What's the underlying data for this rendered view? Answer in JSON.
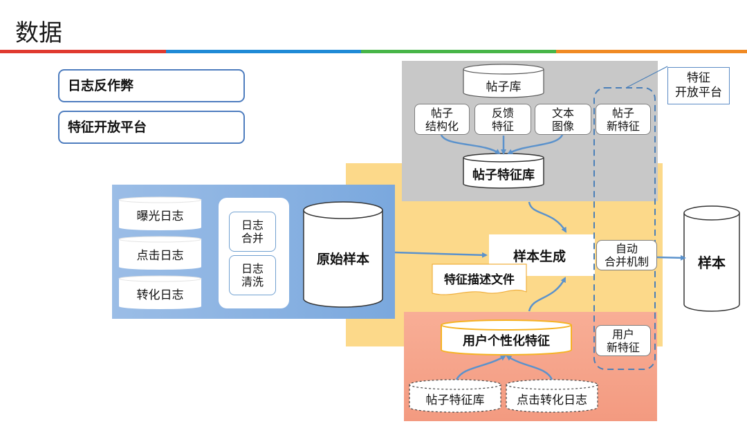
{
  "title": "数据",
  "header_bar_colors": [
    "#e03a2f",
    "#1f8ad6",
    "#47b548",
    "#f08a24"
  ],
  "tags": [
    "日志反作弊",
    "特征开放平台"
  ],
  "log_panel": {
    "logs": [
      "曝光日志",
      "点击日志",
      "转化日志"
    ],
    "process": [
      "日志\n合并",
      "日志\n清洗"
    ],
    "raw_sample": "原始样本"
  },
  "post_panel": {
    "db": "帖子库",
    "features": [
      "帖子\n结构化",
      "反馈\n特征",
      "文本\n图像"
    ],
    "new_feature": "帖子\n新特征",
    "feature_db": "帖子特征库"
  },
  "center": {
    "sample_gen": "样本生成",
    "desc_file": "特征描述文件",
    "auto_merge": "自动\n合并机制"
  },
  "user_panel": {
    "user_feature": "用户个性化特征",
    "new_feature": "用户\n新特征",
    "sources": [
      "帖子特征库",
      "点击转化日志"
    ]
  },
  "platform_label": "特征\n开放平台",
  "output": "样本"
}
